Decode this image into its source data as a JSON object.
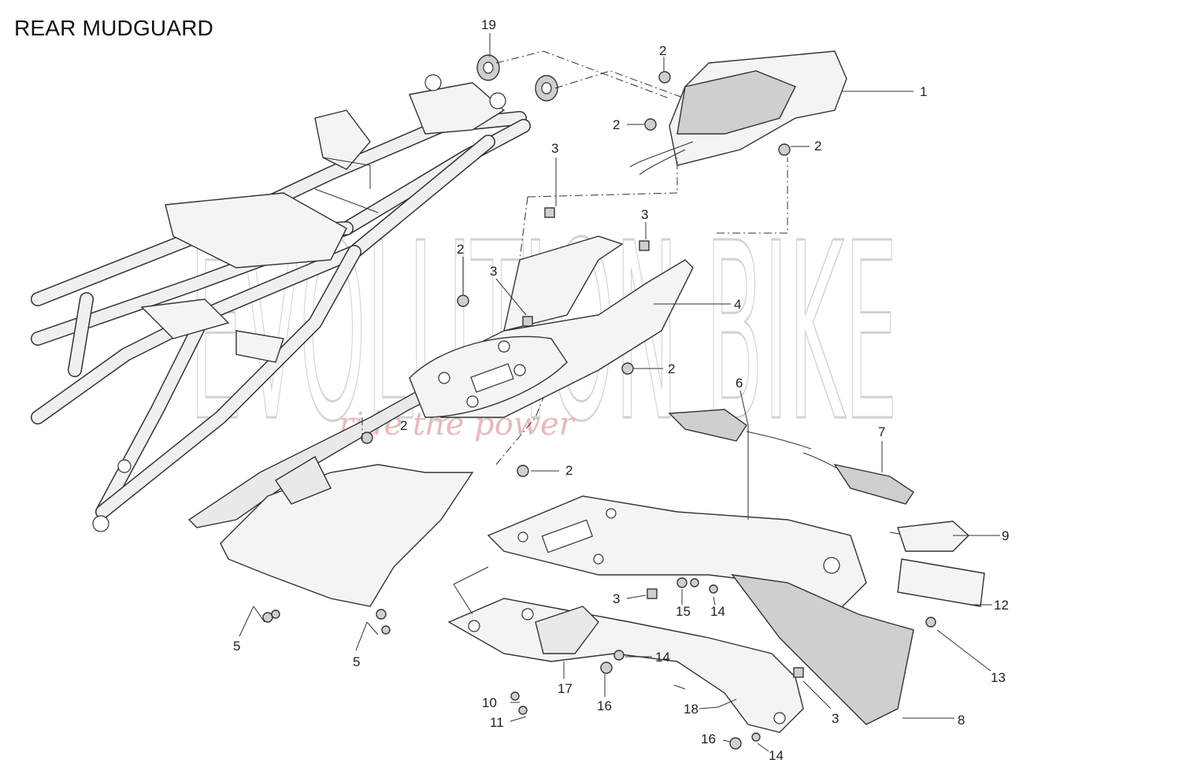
{
  "title": "REAR MUDGUARD",
  "watermark": {
    "main": "EVOLUTION BIKE",
    "tagline": "ride the power"
  },
  "callouts": [
    {
      "id": "c1",
      "text": "1"
    },
    {
      "id": "c2a",
      "text": "2"
    },
    {
      "id": "c2b",
      "text": "2"
    },
    {
      "id": "c2c",
      "text": "2"
    },
    {
      "id": "c2d",
      "text": "2"
    },
    {
      "id": "c2e",
      "text": "2"
    },
    {
      "id": "c2f",
      "text": "2"
    },
    {
      "id": "c2g",
      "text": "2"
    },
    {
      "id": "c3a",
      "text": "3"
    },
    {
      "id": "c3b",
      "text": "3"
    },
    {
      "id": "c3c",
      "text": "3"
    },
    {
      "id": "c3d",
      "text": "3"
    },
    {
      "id": "c3e",
      "text": "3"
    },
    {
      "id": "c4",
      "text": "4"
    },
    {
      "id": "c5a",
      "text": "5"
    },
    {
      "id": "c5b",
      "text": "5"
    },
    {
      "id": "c6",
      "text": "6"
    },
    {
      "id": "c7",
      "text": "7"
    },
    {
      "id": "c8",
      "text": "8"
    },
    {
      "id": "c9",
      "text": "9"
    },
    {
      "id": "c10",
      "text": "10"
    },
    {
      "id": "c11",
      "text": "11"
    },
    {
      "id": "c12",
      "text": "12"
    },
    {
      "id": "c13",
      "text": "13"
    },
    {
      "id": "c14a",
      "text": "14"
    },
    {
      "id": "c14b",
      "text": "14"
    },
    {
      "id": "c14c",
      "text": "14"
    },
    {
      "id": "c15",
      "text": "15"
    },
    {
      "id": "c16a",
      "text": "16"
    },
    {
      "id": "c16b",
      "text": "16"
    },
    {
      "id": "c17",
      "text": "17"
    },
    {
      "id": "c18",
      "text": "18"
    },
    {
      "id": "c19",
      "text": "19"
    }
  ]
}
